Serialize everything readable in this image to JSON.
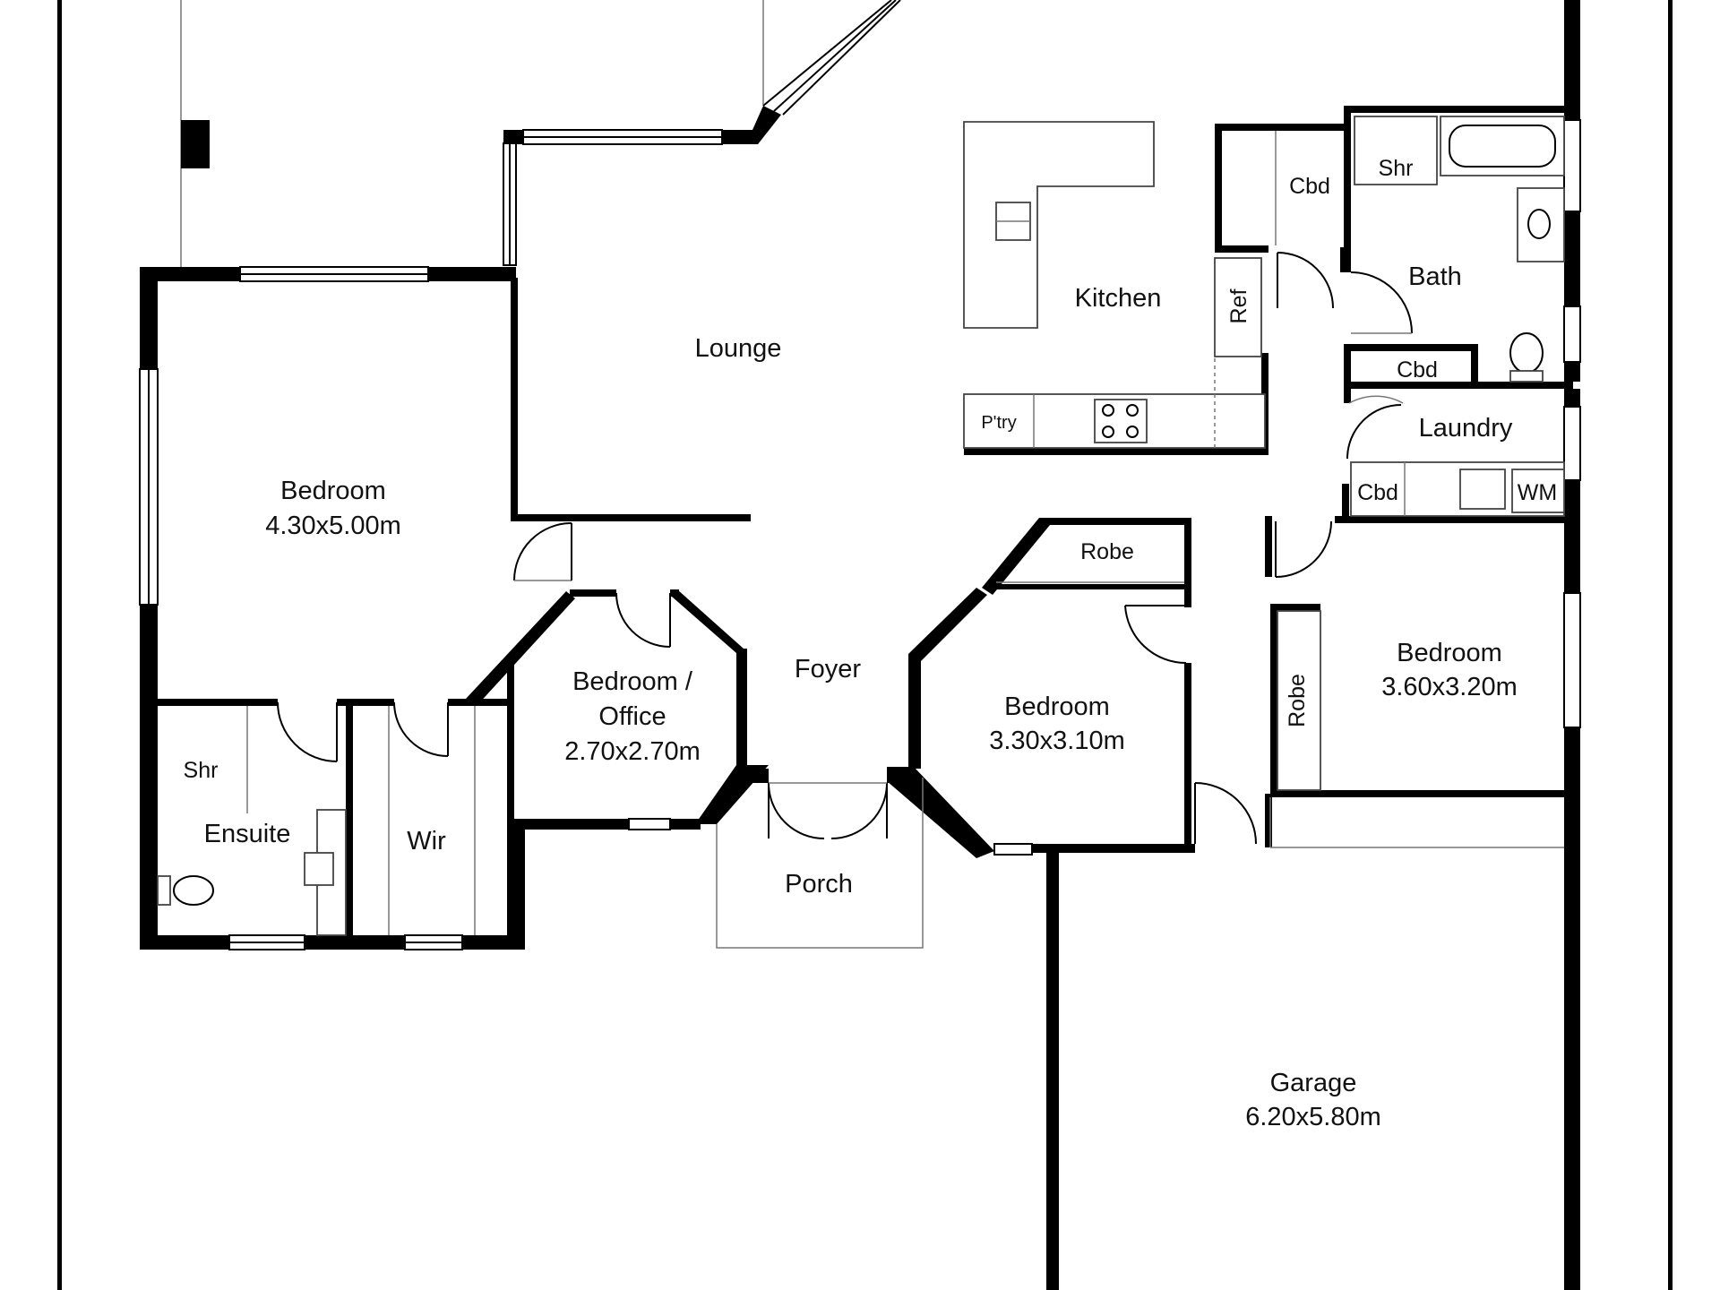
{
  "rooms": {
    "lounge": "Lounge",
    "kitchen": "Kitchen",
    "ref": "Ref",
    "pantry": "P'try",
    "cbd_bath": "Cbd",
    "shr_bath": "Shr",
    "bath": "Bath",
    "cbd_laundry_top": "Cbd",
    "laundry": "Laundry",
    "cbd_laundry_bottom": "Cbd",
    "wm": "WM",
    "bedroom_main": "Bedroom",
    "bedroom_main_size": "4.30x5.00m",
    "shr_ensuite": "Shr",
    "ensuite": "Ensuite",
    "wir": "Wir",
    "office_line1": "Bedroom /",
    "office_line2": "Office",
    "office_size": "2.70x2.70m",
    "foyer": "Foyer",
    "porch": "Porch",
    "robe_center": "Robe",
    "bedroom_center": "Bedroom",
    "bedroom_center_size": "3.30x3.10m",
    "robe_right": "Robe",
    "bedroom_right": "Bedroom",
    "bedroom_right_size": "3.60x3.20m",
    "garage": "Garage",
    "garage_size": "6.20x5.80m"
  }
}
